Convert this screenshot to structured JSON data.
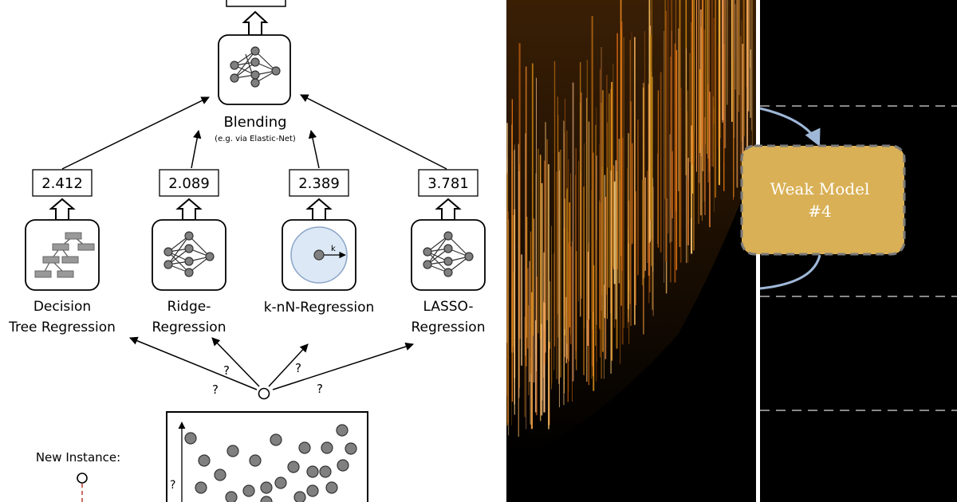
{
  "diagram": {
    "blending": {
      "label": "Blending",
      "sublabel": "(e.g. via Elastic-Net)"
    },
    "models": [
      {
        "score": "2.412",
        "name_line1": "Decision",
        "name_line2": "Tree Regression",
        "icon": "decision-tree-icon"
      },
      {
        "score": "2.089",
        "name_line1": "Ridge-",
        "name_line2": "Regression",
        "icon": "neural-network-icon"
      },
      {
        "score": "2.389",
        "name_line1": "k-nN-Regression",
        "name_line2": "",
        "icon": "knn-circle-icon",
        "k_label": "k"
      },
      {
        "score": "3.781",
        "name_line1": "LASSO-",
        "name_line2": "Regression",
        "icon": "neural-network-icon"
      }
    ],
    "question_marks": [
      "?",
      "?",
      "?",
      "?"
    ],
    "new_instance_label": "New Instance:",
    "y_axis_label": "?"
  },
  "boosting": {
    "weak_model_line1": "Weak Model",
    "weak_model_line2": "#4"
  },
  "colors": {
    "box_fill": "#d9b055",
    "arrow_blue": "#9fb8d8",
    "circle_fill": "#dce8f5",
    "node_gray": "#808080",
    "dashed": "#888888",
    "streak_orange": "#e08a1c"
  }
}
